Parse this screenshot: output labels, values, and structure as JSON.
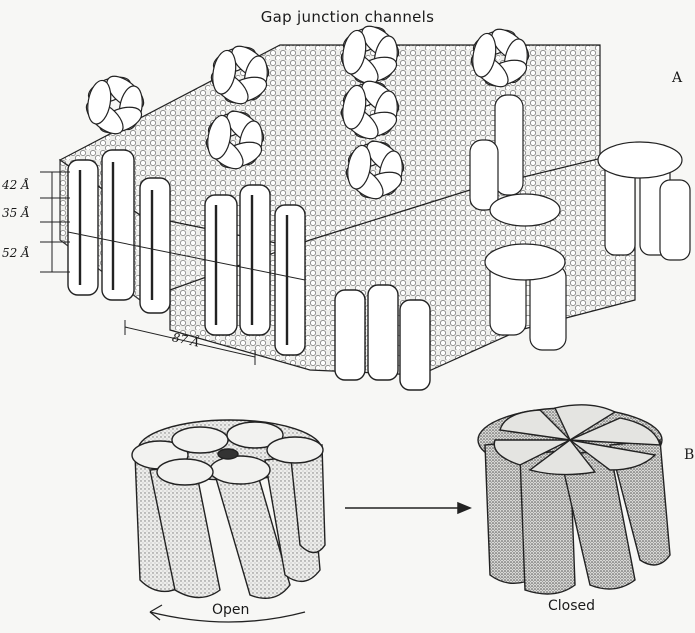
{
  "title": "Gap junction channels",
  "panel_labels": {
    "a": "A",
    "b": "B"
  },
  "dimensions": {
    "upper_membrane": "42 Å",
    "gap": "35 Å",
    "lower_membrane": "52 Å",
    "width": "87 Å"
  },
  "states": {
    "open": "Open",
    "closed": "Closed"
  },
  "colors": {
    "ink": "#1a1a1a",
    "paper": "#f7f7f5",
    "lipid": "#d4d4d0",
    "stipple": "#9a9a9a"
  }
}
